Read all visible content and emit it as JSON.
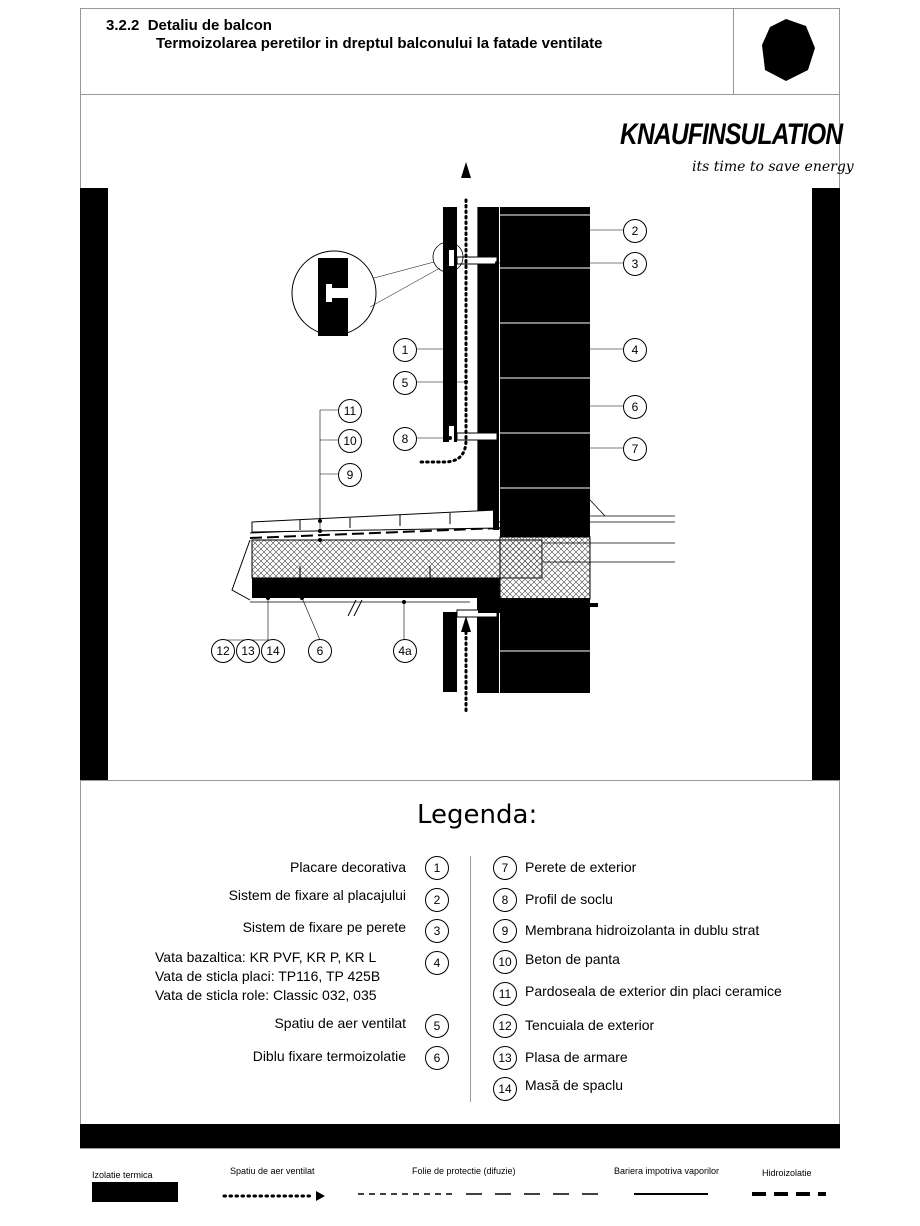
{
  "header": {
    "number": "3.2.2",
    "title": "Detaliu de balcon",
    "subtitle": "Termoizolarea peretilor in dreptul balconului la fatade ventilate"
  },
  "brand": {
    "name": "KNAUFINSULATION",
    "tagline": "its time to save energy"
  },
  "callouts": [
    "1",
    "2",
    "3",
    "4",
    "5",
    "6",
    "7",
    "8",
    "9",
    "10",
    "11",
    "12",
    "13",
    "14",
    "6",
    "4a"
  ],
  "legend": {
    "title": "Legenda:",
    "left": [
      {
        "num": "1",
        "text": "Placare decorativa"
      },
      {
        "num": "2",
        "text": "Sistem de fixare al placajului"
      },
      {
        "num": "3",
        "text": "Sistem de fixare pe perete"
      },
      {
        "num": "4",
        "lines": [
          "Vata bazaltica:  KR PVF, KR P, KR L",
          "Vata de sticla placi: TP116, TP 425B",
          "Vata de sticla role: Classic 032, 035"
        ]
      },
      {
        "num": "5",
        "text": "Spatiu de aer ventilat"
      },
      {
        "num": "6",
        "text": "Diblu fixare termoizolatie"
      }
    ],
    "right": [
      {
        "num": "7",
        "text": "Perete de exterior"
      },
      {
        "num": "8",
        "text": "Profil de soclu"
      },
      {
        "num": "9",
        "text": "Membrana hidroizolanta in dublu strat"
      },
      {
        "num": "10",
        "text": "Beton de panta"
      },
      {
        "num": "11",
        "text": "Pardoseala de exterior din placi ceramice"
      },
      {
        "num": "12",
        "text": "Tencuiala de exterior"
      },
      {
        "num": "13",
        "text": "Plasa de armare"
      },
      {
        "num": "14",
        "text": "Masă de spaclu"
      }
    ]
  },
  "key": {
    "insulation": "Izolatie termica",
    "ventilated": "Spatiu de aer ventilat",
    "foil": "Folie de protectie (difuzie)",
    "vapor": "Bariera impotriva vaporilor",
    "waterproof": "Hidroizolatie"
  }
}
